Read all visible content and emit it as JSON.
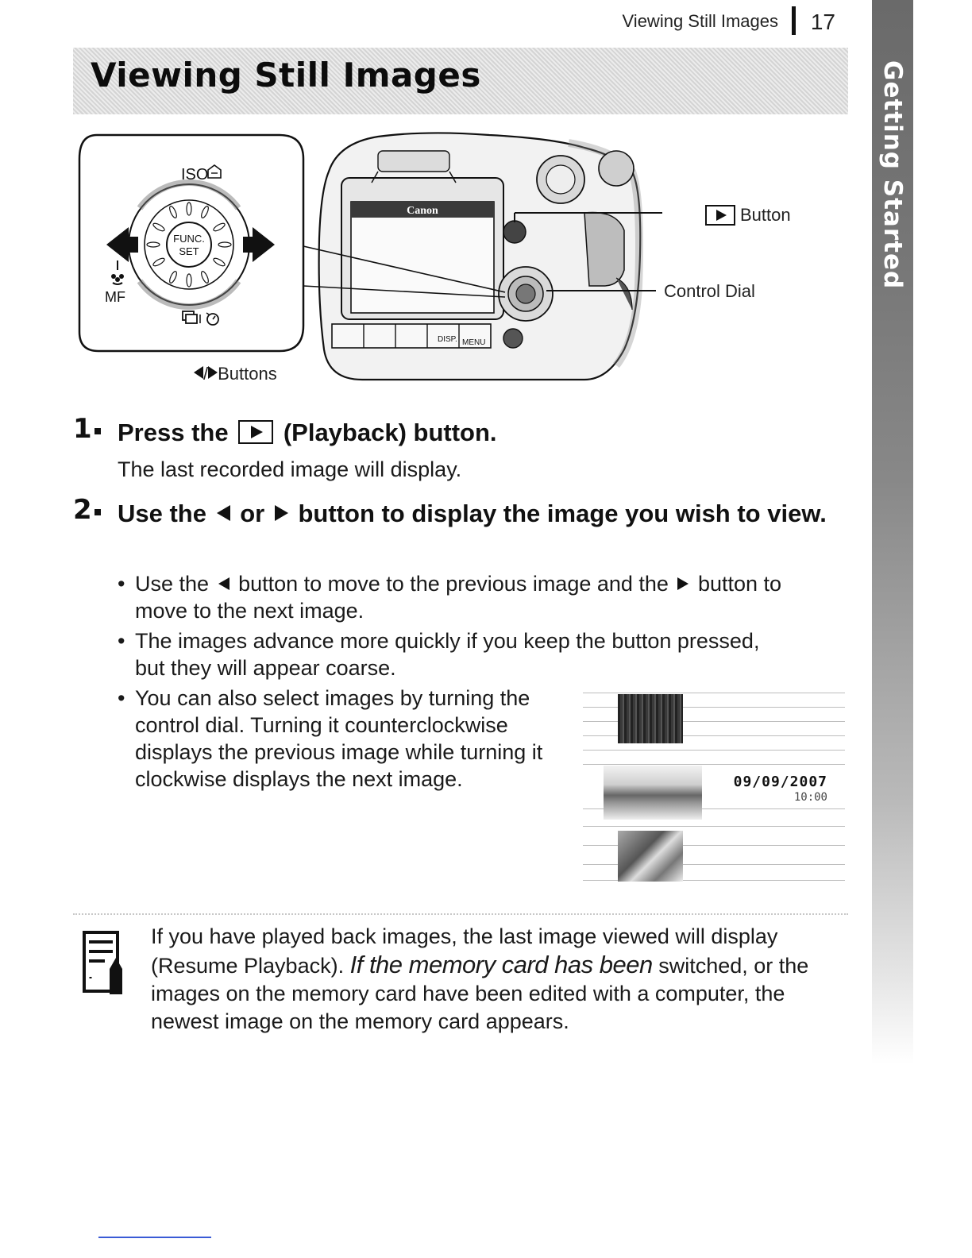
{
  "header": {
    "running_title": "Viewing Still Images",
    "page_number": "17"
  },
  "side_tab": {
    "label": "Getting Started"
  },
  "section": {
    "title": "Viewing Still Images"
  },
  "figure": {
    "label_iso": "ISO",
    "label_func": "FUNC.",
    "label_set": "SET",
    "label_mf": "MF",
    "label_lr_suffix": "Buttons",
    "label_play_suffix": "Button",
    "label_control_dial": "Control Dial",
    "camera_brand": "Canon",
    "label_disp": "DISP.",
    "label_menu": "MENU"
  },
  "steps": [
    {
      "number": "1",
      "heading_pre": "Press the",
      "heading_post": "(Playback) button.",
      "body": "The last recorded image will display."
    },
    {
      "number": "2",
      "heading_a": "Use the",
      "heading_b": "or",
      "heading_c": "button to display the image you wish to view.",
      "bullets": {
        "b1_a": "Use the",
        "b1_b": "button to move to the previous image and the",
        "b1_c": "button to move to the next image.",
        "b2": "The images advance more quickly if you keep the button pressed, but they will appear coarse.",
        "b3": "You can also select images by turning the control dial. Turning it counterclockwise displays the previous image while turning it clockwise displays the next image."
      }
    }
  ],
  "thumbnail": {
    "date": "09/09/2007",
    "time": "10:00"
  },
  "note": {
    "part1": "If you have played back images, the last image viewed will display (Resume Playback).",
    "part2": "If the memory card has been",
    "part3": "switched, or the images on the memory card have been edited with a computer, the newest image on the memory card appears."
  },
  "colors": {
    "footer_rule": "#3a5bd6",
    "side_tab": "#777777"
  }
}
